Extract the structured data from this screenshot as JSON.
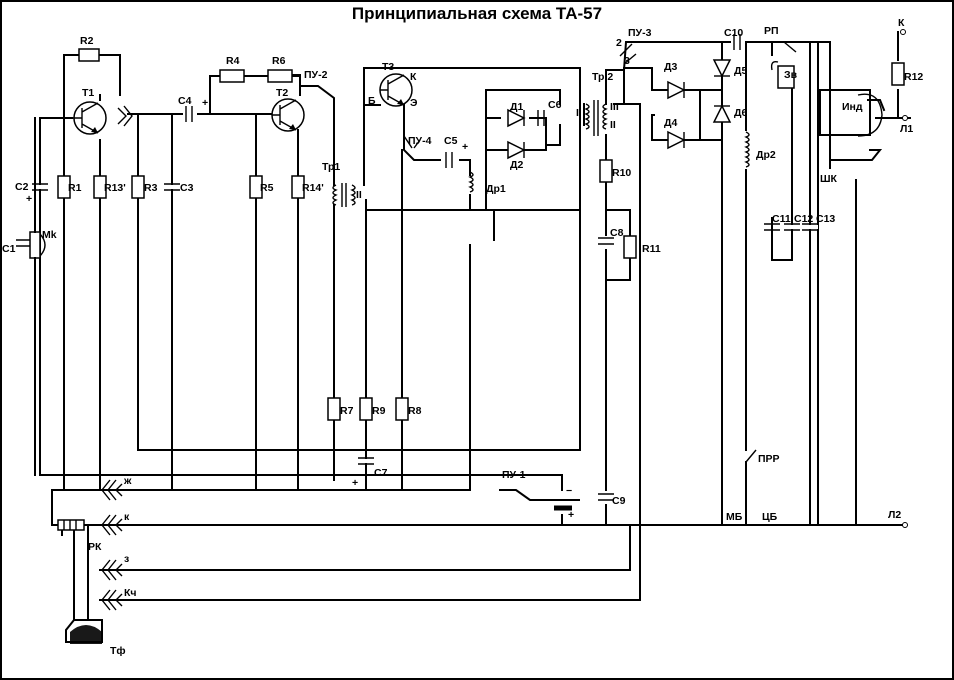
{
  "title": "Принципиальная схема ТА-57",
  "labels": {
    "R1": "R1",
    "R2": "R2",
    "R3": "R3",
    "R4": "R4",
    "R5": "R5",
    "R6": "R6",
    "R7": "R7",
    "R8": "R8",
    "R9": "R9",
    "R10": "R10",
    "R11": "R11",
    "R12": "R12",
    "R13": "R13'",
    "R14": "R14'",
    "C1": "C1",
    "C2": "C2",
    "C3": "C3",
    "C4": "C4",
    "C5": "C5",
    "C6": "C6",
    "C7": "C7",
    "C8": "C8",
    "C9": "C9",
    "C10": "C10",
    "C11": "C11",
    "C12": "C12",
    "C13": "C13",
    "T1": "T1",
    "T2": "T2",
    "T3": "T3",
    "K": "К",
    "B": "Б",
    "E": "Э",
    "D1": "Д1",
    "D2": "Д2",
    "D3": "Д3",
    "D4": "Д4",
    "D5": "Д5",
    "D6": "Д6",
    "Dr1": "Др1",
    "Dr2": "Др2",
    "Tr1": "Тр1",
    "Tr2": "Тр 2",
    "Tr1_II": "II",
    "Tr2_I": "I",
    "Tr2_II": "II",
    "Tr2_III": "III",
    "PU1": "ПУ-1",
    "PU2": "ПУ-2",
    "PU3": "ПУ-3",
    "PU4": "ПУ-4",
    "PU3_pin2": "2",
    "PU3_pin3": "3",
    "Mk": "Мk",
    "Tf": "Тф",
    "RK": "РК",
    "RP": "РП",
    "Zv": "Зв",
    "Ind": "Инд",
    "SHK": "ШК",
    "PRR": "ПРР",
    "MB": "МБ",
    "CB": "ЦБ",
    "L1": "Л1",
    "L2": "Л2",
    "K_terminal": "К",
    "plug_zh": "ж",
    "plug_k": "к",
    "plug_z": "з",
    "plug_kch": "Кч",
    "plus": "+",
    "minus": "−"
  }
}
